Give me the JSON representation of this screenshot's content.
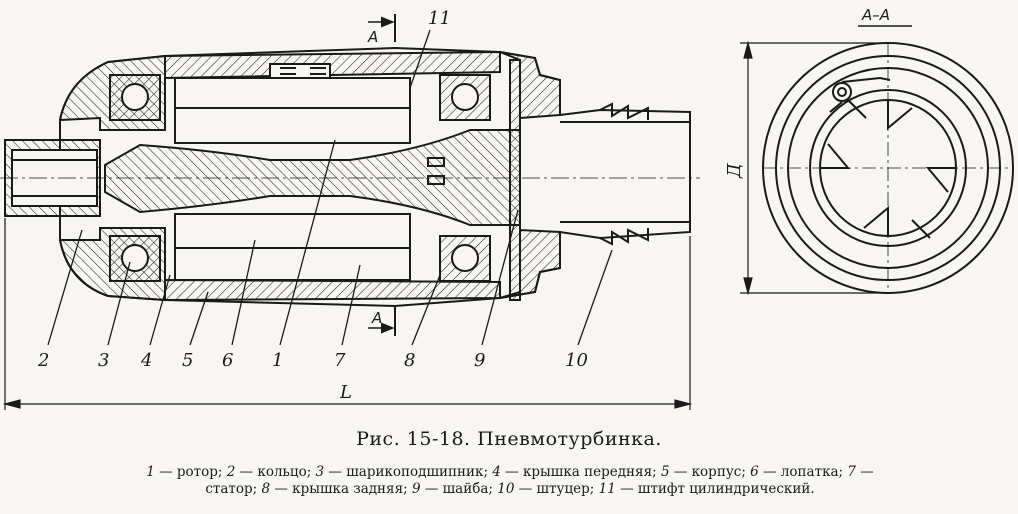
{
  "callouts": [
    "2",
    "3",
    "4",
    "5",
    "6",
    "1",
    "7",
    "8",
    "9",
    "10",
    "11"
  ],
  "section_marks": {
    "top": "A",
    "bottom": "A",
    "view": "A–A"
  },
  "dimensions": {
    "length": "L",
    "diameter": "Д"
  },
  "caption": "Рис. 15-18. Пневмотурбинка.",
  "legend": {
    "line1": [
      {
        "n": "1",
        "t": " — ротор; "
      },
      {
        "n": "2",
        "t": " — кольцо; "
      },
      {
        "n": "3",
        "t": " — шарикоподшипник; "
      },
      {
        "n": "4",
        "t": " — крышка передняя; "
      },
      {
        "n": "5",
        "t": " — корпус; "
      },
      {
        "n": "6",
        "t": " — лопатка; "
      },
      {
        "n": "7",
        "t": " —"
      }
    ],
    "line2": [
      {
        "n": "",
        "t": "статор; "
      },
      {
        "n": "8",
        "t": " — крышка задняя; "
      },
      {
        "n": "9",
        "t": " — шайба; "
      },
      {
        "n": "10",
        "t": " — штуцер; "
      },
      {
        "n": "11",
        "t": " — штифт цилиндрический."
      }
    ]
  }
}
